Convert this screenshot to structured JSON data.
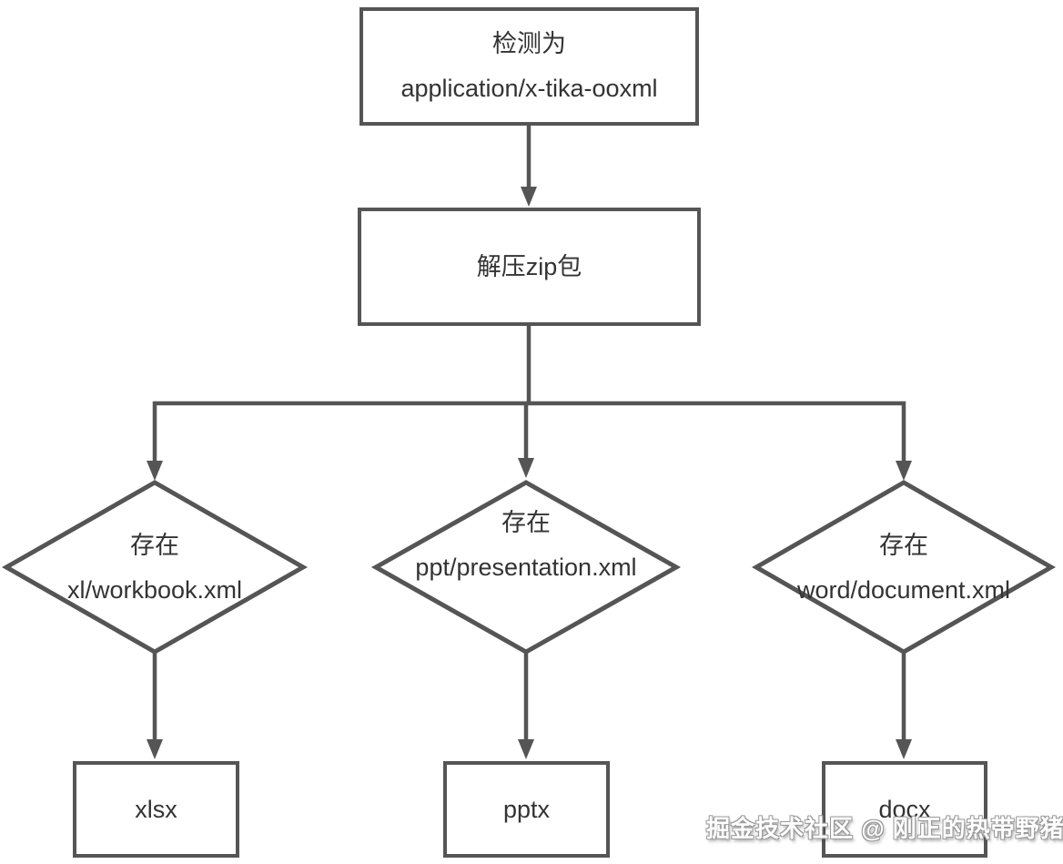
{
  "colors": {
    "line": "#555555",
    "border": "#555555",
    "text": "#333333",
    "bg": "#ffffff",
    "wm_fill": "#ffffff",
    "wm_outline": "#999999"
  },
  "diagram": {
    "nodes": {
      "detect": {
        "line1": "检测为",
        "line2": "application/x-tika-ooxml"
      },
      "unzip": {
        "label": "解压zip包"
      },
      "check_xlsx": {
        "line1": "存在",
        "line2": "xl/workbook.xml"
      },
      "check_pptx": {
        "line1": "存在",
        "line2": "ppt/presentation.xml"
      },
      "check_docx": {
        "line1": "存在",
        "line2": "word/document.xml"
      },
      "result_xlsx": {
        "label": "xlsx"
      },
      "result_pptx": {
        "label": "pptx"
      },
      "result_docx": {
        "label": "docx"
      }
    }
  },
  "watermark": {
    "text": "掘金技术社区 @ 刚正的热带野猪"
  }
}
